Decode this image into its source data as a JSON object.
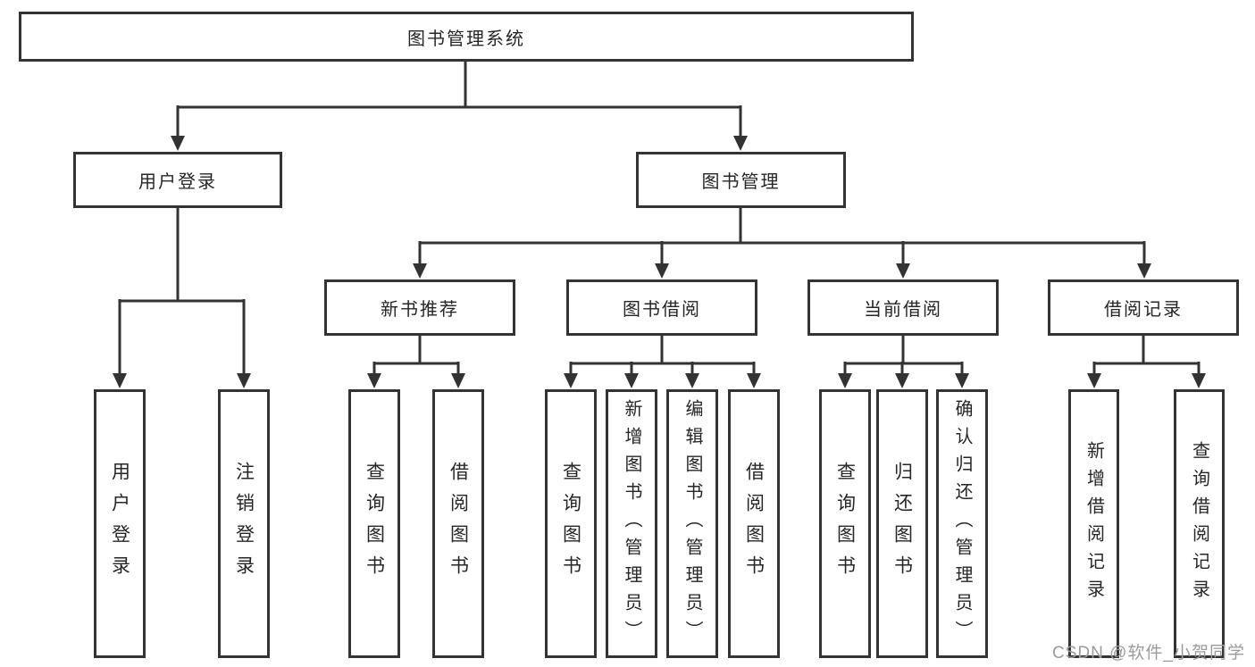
{
  "diagram": {
    "root": {
      "label": "图书管理系统",
      "children": [
        {
          "label": "用户登录",
          "children": [
            {
              "label": "用户登录"
            },
            {
              "label": "注销登录"
            }
          ]
        },
        {
          "label": "图书管理",
          "children": [
            {
              "label": "新书推荐",
              "children": [
                {
                  "label": "查询图书"
                },
                {
                  "label": "借阅图书"
                }
              ]
            },
            {
              "label": "图书借阅",
              "children": [
                {
                  "label": "查询图书"
                },
                {
                  "label": "新增图书（管理员）"
                },
                {
                  "label": "编辑图书（管理员）"
                },
                {
                  "label": "借阅图书"
                }
              ]
            },
            {
              "label": "当前借阅",
              "children": [
                {
                  "label": "查询图书"
                },
                {
                  "label": "归还图书"
                },
                {
                  "label": "确认归还（管理员）"
                }
              ]
            },
            {
              "label": "借阅记录",
              "children": [
                {
                  "label": "新增借阅记录"
                },
                {
                  "label": "查询借阅记录"
                }
              ]
            }
          ]
        }
      ]
    },
    "watermark": {
      "text": "CSDN @软件_小贺同学"
    },
    "colors": {
      "line": "#333333",
      "text": "#262626",
      "watermark": "#9b9b9b",
      "background": "#ffffff"
    }
  }
}
